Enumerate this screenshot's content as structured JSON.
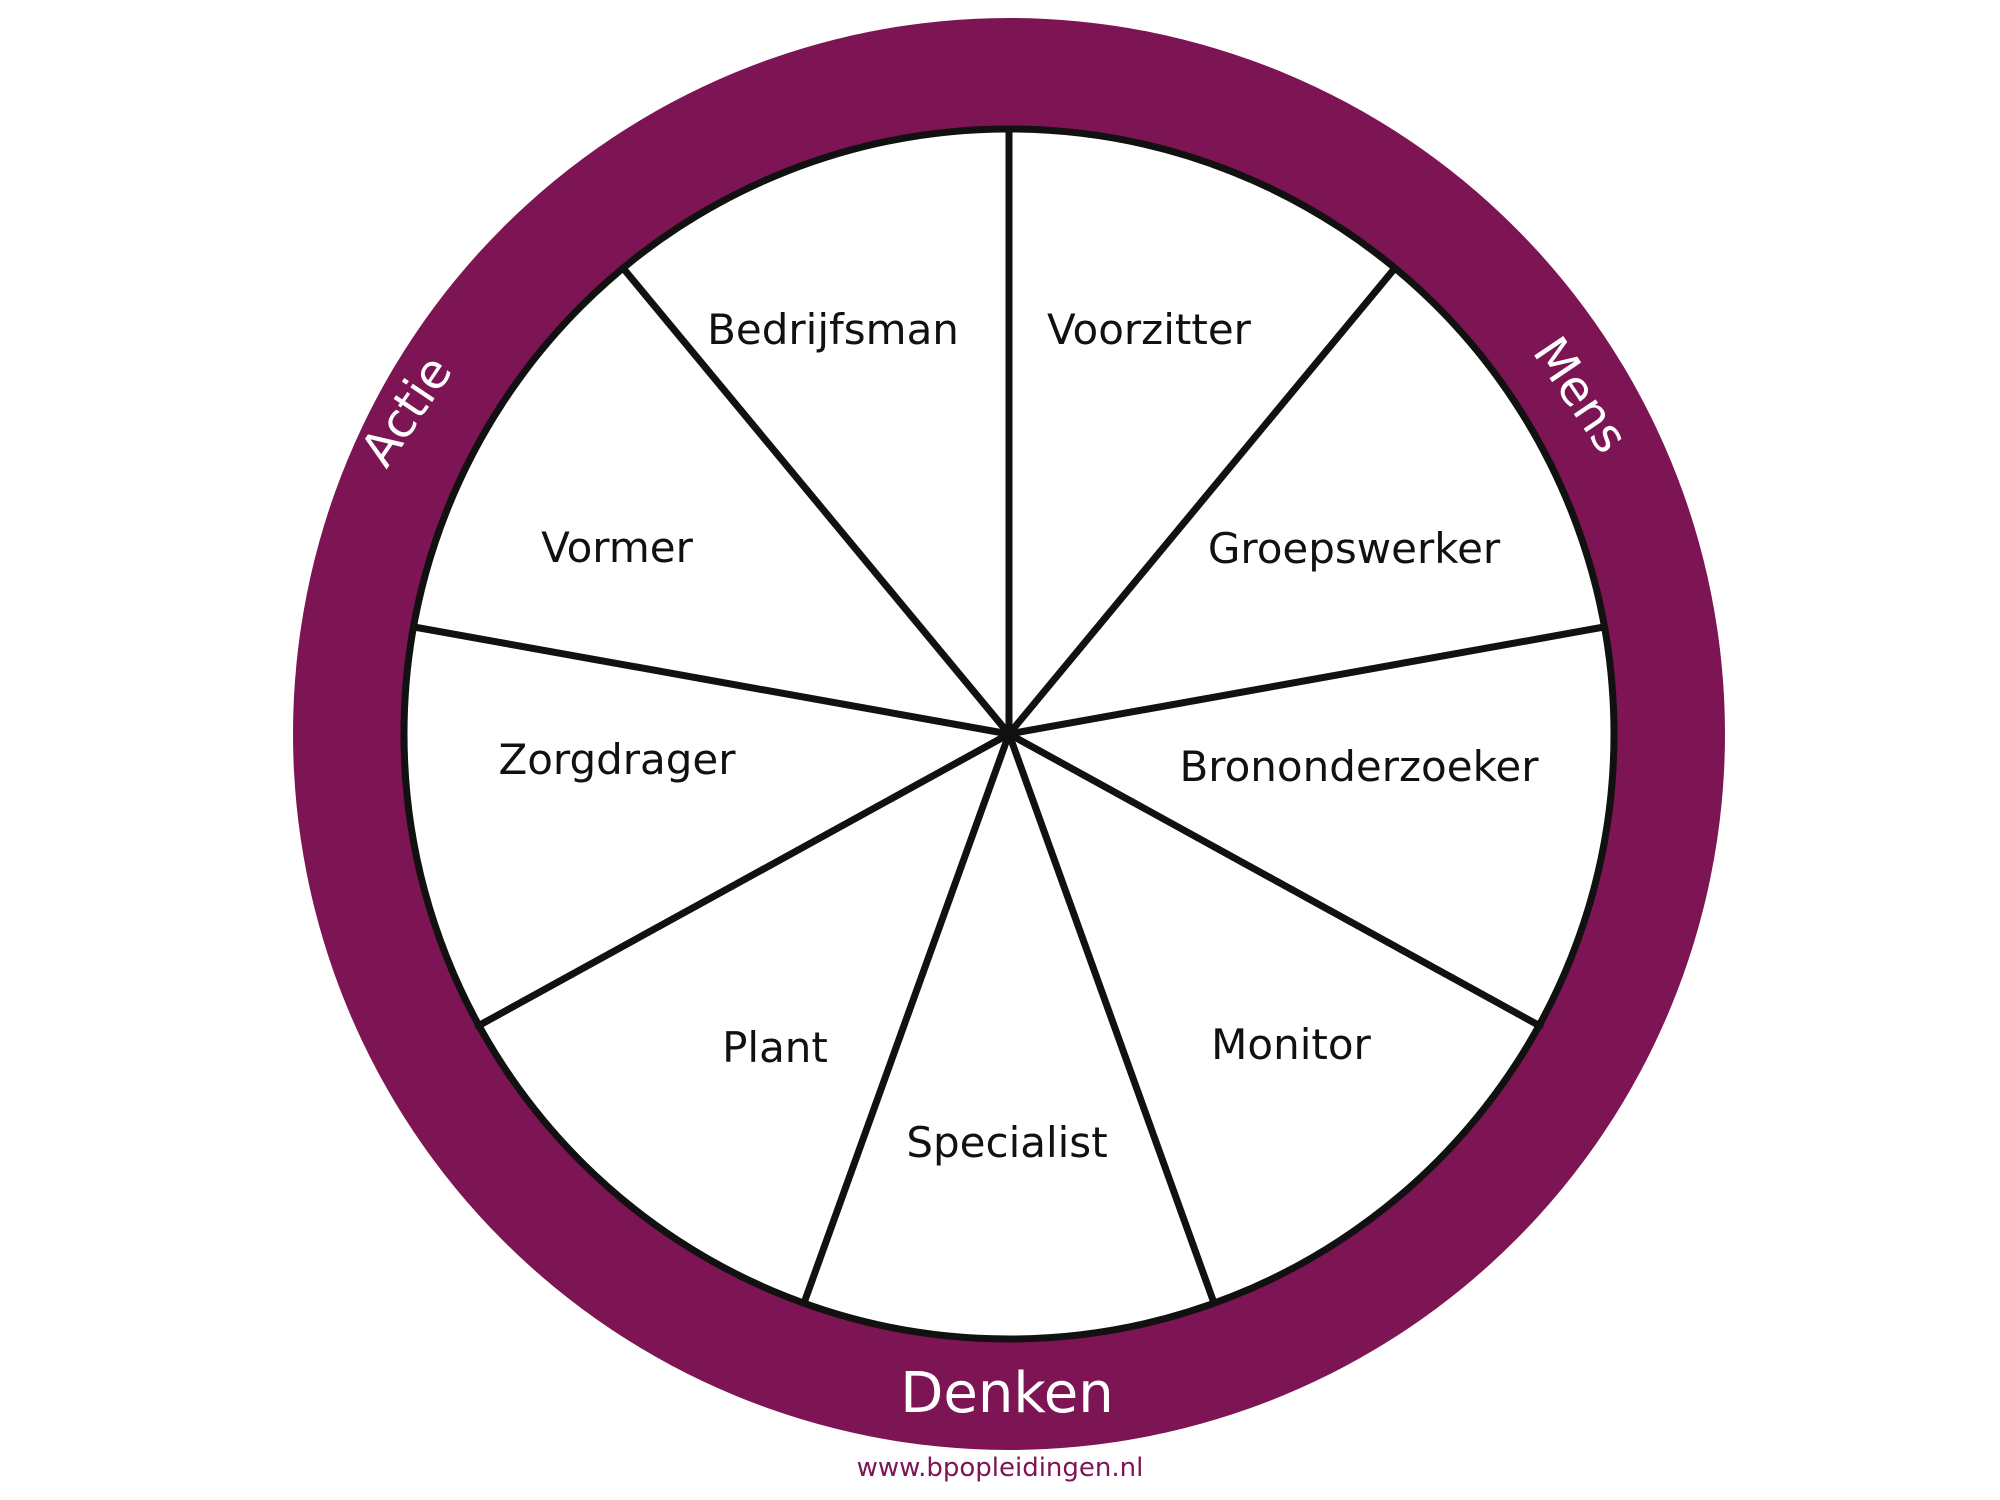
{
  "colors": {
    "ring": "#7d1453",
    "inner": "#ffffff",
    "lines": "#111111",
    "link": "#7d1453"
  },
  "roles": [
    {
      "key": "bedrijfsman",
      "label": "Bedrijfsman"
    },
    {
      "key": "voorzitter",
      "label": "Voorzitter"
    },
    {
      "key": "groepswerker",
      "label": "Groepswerker"
    },
    {
      "key": "brononderzoeker",
      "label": "Brononderzoeker"
    },
    {
      "key": "monitor",
      "label": "Monitor"
    },
    {
      "key": "specialist",
      "label": "Specialist"
    },
    {
      "key": "plant",
      "label": "Plant"
    },
    {
      "key": "zorgdrager",
      "label": "Zorgdrager"
    },
    {
      "key": "vormer",
      "label": "Vormer"
    }
  ],
  "ring_labels": {
    "actie": "Actie",
    "mens": "Mens",
    "denken": "Denken"
  },
  "footer": {
    "link": "www.bpopleidingen.nl"
  }
}
